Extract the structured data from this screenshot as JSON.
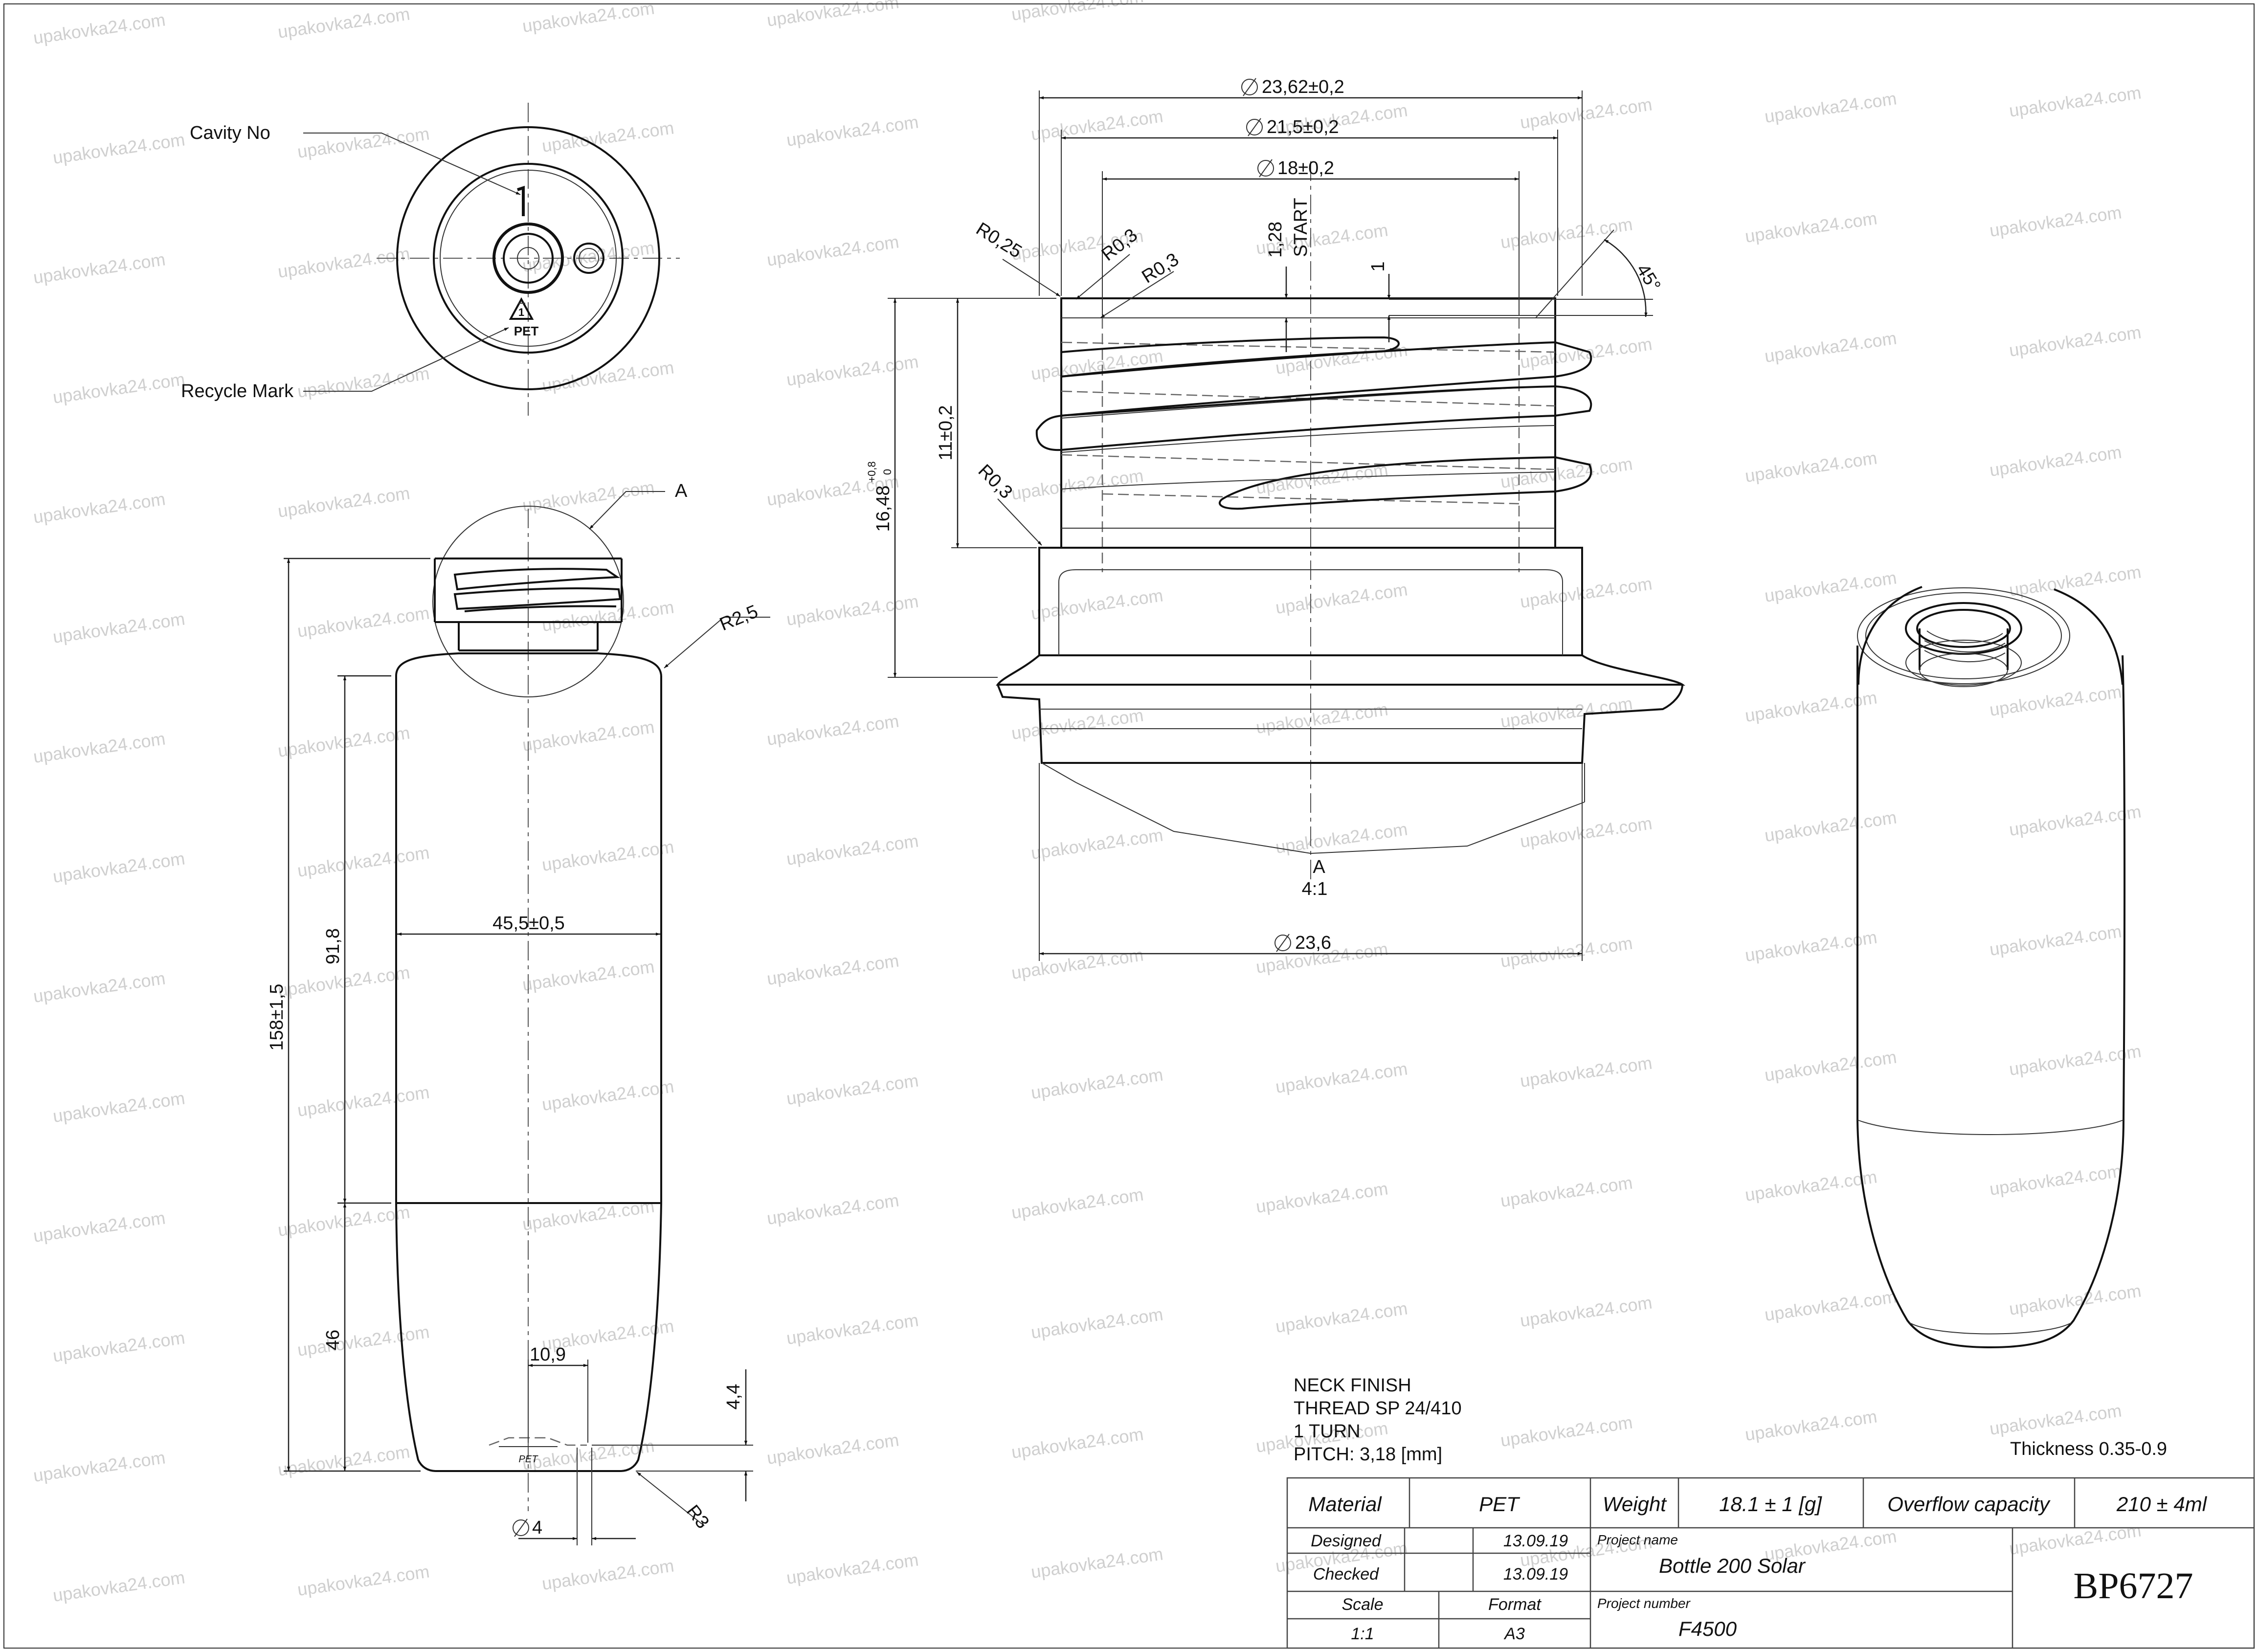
{
  "callouts": {
    "cavity_no": "Cavity No",
    "recycle_mark": "Recycle Mark",
    "recycle_number": "1",
    "recycle_material": "PET",
    "detail_a": "A",
    "detail_a_scale": "4:1"
  },
  "bottle_dims": {
    "height_total": "158±1,5",
    "height_upper": "91,8",
    "height_lower": "46",
    "diameter": "45,5±0,5",
    "radius_shoulder": "R2,5",
    "base_recess_width": "10,9",
    "base_recess_depth": "4,4",
    "base_diameter": "4",
    "radius_base": "R3"
  },
  "neck_dims": {
    "d_outer": "23,62±0,2",
    "d_thread": "21,5±0,2",
    "d_inner": "18±0,2",
    "d_collar": "23,6",
    "height_total": "16,48",
    "height_total_tol_upper": "+0,8",
    "height_total_tol_lower": "0",
    "height_thread": "11±0,2",
    "thread_start_offset": "1,28",
    "thread_start_label": "START",
    "lip_offset": "1",
    "angle": "45°",
    "radius_a": "R0,25",
    "radius_b": "R0,3",
    "radius_c": "R0,3",
    "radius_d": "R0,3"
  },
  "neck_finish": {
    "title": "NECK FINISH",
    "thread": "THREAD SP 24/410",
    "turns": "1 TURN",
    "pitch": "PITCH: 3,18 [mm]"
  },
  "thickness_note": "Thickness 0.35-0.9",
  "title_block": {
    "material_label": "Material",
    "material_value": "PET",
    "weight_label": "Weight",
    "weight_value": "18.1  ±  1 [g]",
    "overflow_label": "Overflow capacity",
    "overflow_value": "210 ± 4ml",
    "designed_label": "Designed",
    "designed_date": "13.09.19",
    "checked_label": "Checked",
    "checked_date": "13.09.19",
    "scale_label": "Scale",
    "scale_value": "1:1",
    "format_label": "Format",
    "format_value": "A3",
    "project_name_label": "Project name",
    "project_name_value": "Bottle 200 Solar",
    "project_number_label": "Project number",
    "project_number_value": "F4500",
    "drawing_code": "BP6727"
  },
  "watermark_text": "upakovka24.com"
}
